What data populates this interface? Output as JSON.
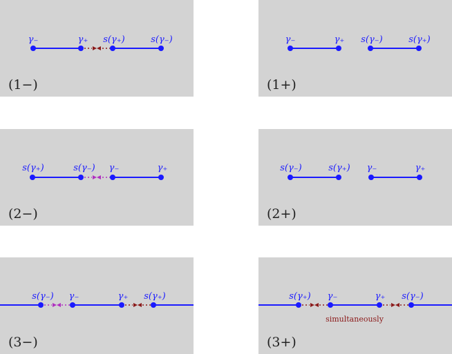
{
  "colors": {
    "panel": "#d3d3d3",
    "line": "#1a1aff",
    "label": "#1a1aff",
    "red_link": "#8b1a1a",
    "magenta_link": "#b030c0",
    "caption": "#222222"
  },
  "panels": [
    {
      "caption": "(1−)",
      "labels": [
        "γ₋",
        "γ₊",
        "s(γ₊)",
        "s(γ₋)"
      ],
      "link": "red",
      "note": ""
    },
    {
      "caption": "(1+)",
      "labels": [
        "γ₋",
        "γ₊",
        "s(γ₋)",
        "s(γ₊)"
      ],
      "link": "",
      "note": ""
    },
    {
      "caption": "(2−)",
      "labels": [
        "s(γ₊)",
        "s(γ₋)",
        "γ₋",
        "γ₊"
      ],
      "link": "magenta",
      "note": ""
    },
    {
      "caption": "(2+)",
      "labels": [
        "s(γ₋)",
        "s(γ₊)",
        "γ₋",
        "γ₊"
      ],
      "link": "",
      "note": ""
    },
    {
      "caption": "(3−)",
      "labels": [
        "s(γ₋)",
        "γ₋",
        "γ₊",
        "s(γ₊)"
      ],
      "link": "both",
      "note": ""
    },
    {
      "caption": "(3+)",
      "labels": [
        "s(γ₊)",
        "γ₋",
        "γ₊",
        "s(γ₋)"
      ],
      "link": "both-red",
      "note": "simultaneously"
    }
  ]
}
